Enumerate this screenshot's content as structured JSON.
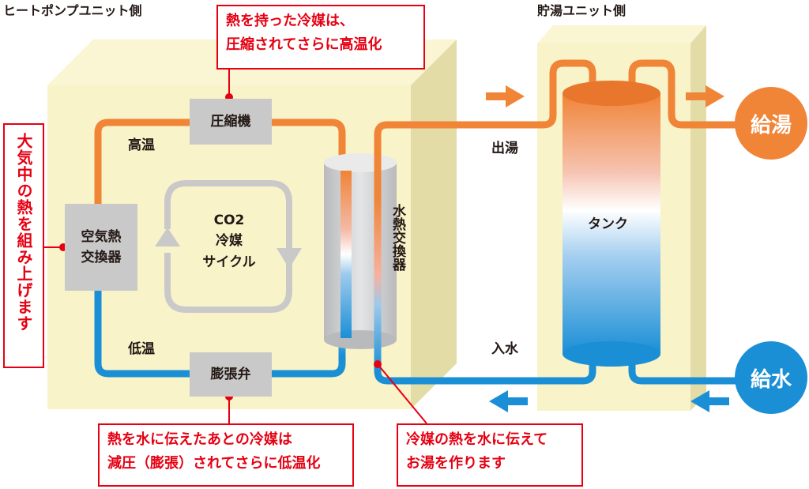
{
  "sections": {
    "heat_pump": "ヒートポンプユニット側",
    "storage": "貯湯ユニット側"
  },
  "components": {
    "compressor": "圧縮機",
    "air_exchanger_line1": "空気熱",
    "air_exchanger_line2": "交換器",
    "expansion_valve": "膨張弁",
    "water_exchanger": "水熱交換器",
    "tank": "タンク"
  },
  "cycle": {
    "line1": "CO2",
    "line2": "冷媒",
    "line3": "サイクル"
  },
  "labels": {
    "high_temp": "高温",
    "low_temp": "低温",
    "hot_out": "出湯",
    "water_in": "入水"
  },
  "outputs": {
    "hot_supply": "給湯",
    "water_supply": "給水"
  },
  "callouts": {
    "top_line1": "熱を持った冷媒は、",
    "top_line2": "圧縮されてさらに高温化",
    "left_vertical": "大気中の熱を組み上げます",
    "bottom_left_line1": "熱を水に伝えたあとの冷媒は",
    "bottom_left_line2": "減圧（膨張）されてさらに低温化",
    "bottom_right_line1": "冷媒の熱を水に伝えて",
    "bottom_right_line2": "お湯を作ります"
  },
  "colors": {
    "unit_body": "#f8f3c8",
    "hot": "#f08437",
    "cold": "#1b8fd6",
    "callout": "#e60012",
    "component_gray": "#c9c9ca"
  }
}
